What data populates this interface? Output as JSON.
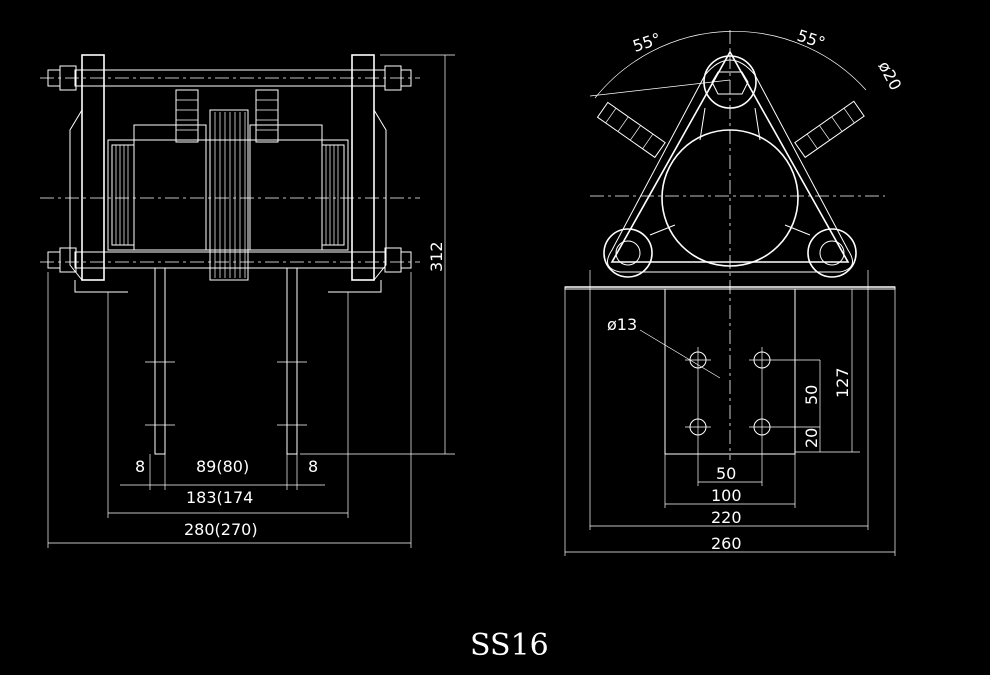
{
  "title": "SS16",
  "side_view": {
    "dims": {
      "height": "312",
      "leg_left": "8",
      "inner": "89(80)",
      "leg_right": "8",
      "mid": "183(174",
      "overall": "280(270)"
    }
  },
  "front_view": {
    "dims": {
      "angle_left": "55°",
      "angle_right": "55°",
      "pipe_dia": "ø20",
      "hole_dia": "ø13",
      "hole_pitch_v": "50",
      "hole_edge": "20",
      "height_127": "127",
      "hole_pitch_h": "50",
      "width_100": "100",
      "width_220": "220",
      "width_260": "260"
    }
  }
}
